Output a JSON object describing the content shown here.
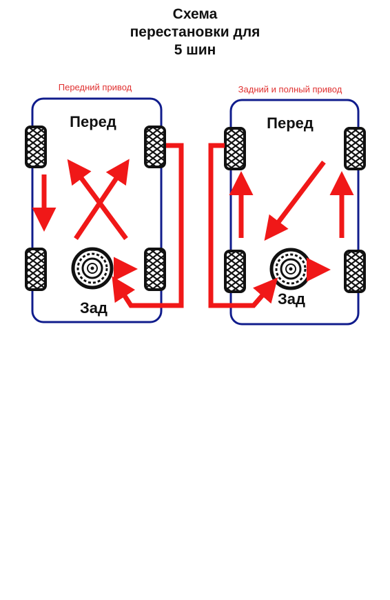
{
  "title": {
    "line1": "Схема",
    "line2": "перестановки для",
    "line3": "5 шин"
  },
  "left_scheme": {
    "subtitle": "Передний привод",
    "front_label": "Перед",
    "rear_label": "Зад"
  },
  "right_scheme": {
    "subtitle": "Задний и полный привод",
    "front_label": "Перед",
    "rear_label": "Зад"
  },
  "colors": {
    "arrow": "#f01818",
    "body_outline": "#101c8c",
    "subtitle": "#e03030",
    "tire": "#111111",
    "label": "#111111"
  }
}
